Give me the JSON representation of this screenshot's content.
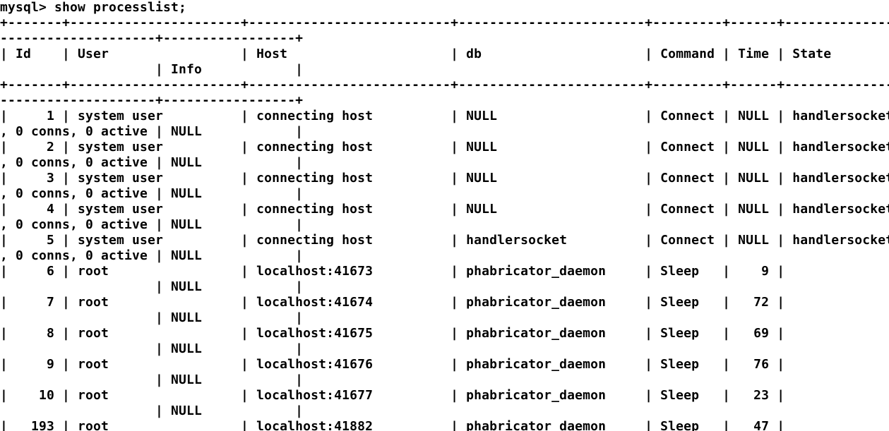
{
  "terminal": {
    "foreground": "#000000",
    "background": "#ffffff",
    "lines": [
      "mysql> show processlist;",
      "+-------+----------------------+--------------------------+------------------------+---------+------+----------------------------",
      "--------------------+-----------------+",
      "| Id    | User                 | Host                     | db                     | Command | Time | State",
      "                    | Info            |",
      "+-------+----------------------+--------------------------+------------------------+---------+------+----------------------------",
      "--------------------+-----------------+",
      "|     1 | system user          | connecting host          | NULL                   | Connect | NULL | handlersocket: mode=rd",
      ", 0 conns, 0 active | NULL            |",
      "|     2 | system user          | connecting host          | NULL                   | Connect | NULL | handlersocket: mode=rd",
      ", 0 conns, 0 active | NULL            |",
      "|     3 | system user          | connecting host          | NULL                   | Connect | NULL | handlersocket: mode=rd",
      ", 0 conns, 0 active | NULL            |",
      "|     4 | system user          | connecting host          | NULL                   | Connect | NULL | handlersocket: mode=rd",
      ", 0 conns, 0 active | NULL            |",
      "|     5 | system user          | connecting host          | handlersocket          | Connect | NULL | handlersocket: mode=wr",
      ", 0 conns, 0 active | NULL            |",
      "|     6 | root                 | localhost:41673          | phabricator_daemon     | Sleep   |    9 |",
      "                    | NULL            |",
      "|     7 | root                 | localhost:41674          | phabricator_daemon     | Sleep   |   72 |",
      "                    | NULL            |",
      "|     8 | root                 | localhost:41675          | phabricator_daemon     | Sleep   |   69 |",
      "                    | NULL            |",
      "|     9 | root                 | localhost:41676          | phabricator_daemon     | Sleep   |   76 |",
      "                    | NULL            |",
      "|    10 | root                 | localhost:41677          | phabricator_daemon     | Sleep   |   23 |",
      "                    | NULL            |",
      "|   193 | root                 | localhost:41882          | phabricator_daemon     | Sleep   |   47 |"
    ]
  }
}
